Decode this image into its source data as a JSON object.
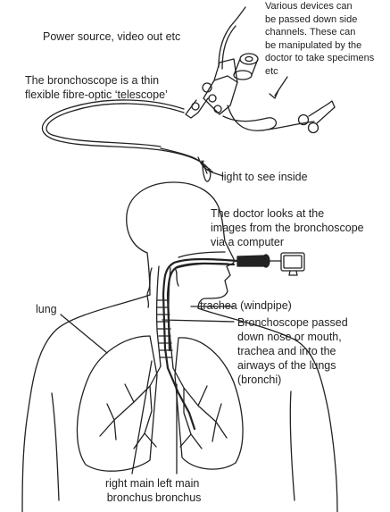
{
  "labels": {
    "devices": [
      "Various devices can",
      "be passed down side",
      "channels. These can",
      "be manipulated by the",
      "doctor to take specimens",
      "etc"
    ],
    "power": "Power source, video out etc",
    "bronchoscope": [
      "The bronchoscope is a thin",
      "flexible fibre-optic ‘telescope’"
    ],
    "light": "light to see inside",
    "doctor": [
      "The doctor looks at the",
      "images from the bronchoscope",
      "via a computer"
    ],
    "lung": "lung",
    "trachea": "trachea (windpipe)",
    "passed": [
      "Bronchoscope passed",
      "down nose or mouth,",
      "trachea and into the",
      "airways of the lungs",
      "(bronchi)"
    ],
    "right_bronchus": [
      "right main",
      "bronchus"
    ],
    "left_bronchus": [
      "left main",
      "bronchus"
    ]
  },
  "colors": {
    "line": "#222222",
    "fill": "#ffffff"
  },
  "icons": [
    "bronchoscope-device-icon",
    "scissors-forceps-icon",
    "monitor-icon",
    "human-torso-icon",
    "lungs-icon"
  ]
}
